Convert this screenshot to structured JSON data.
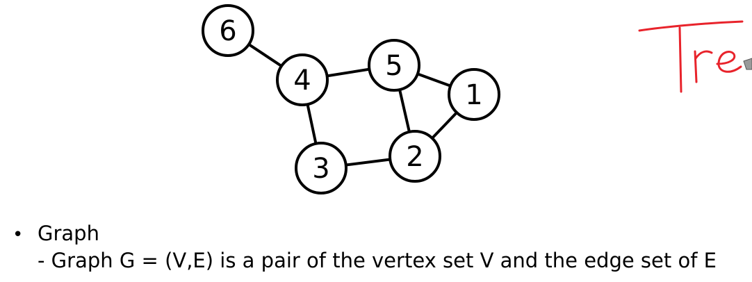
{
  "diagram": {
    "nodes": [
      {
        "id": "6",
        "label": "6"
      },
      {
        "id": "4",
        "label": "4"
      },
      {
        "id": "5",
        "label": "5"
      },
      {
        "id": "1",
        "label": "1"
      },
      {
        "id": "3",
        "label": "3"
      },
      {
        "id": "2",
        "label": "2"
      }
    ],
    "edges": [
      [
        "6",
        "4"
      ],
      [
        "4",
        "5"
      ],
      [
        "4",
        "3"
      ],
      [
        "5",
        "1"
      ],
      [
        "5",
        "2"
      ],
      [
        "1",
        "2"
      ],
      [
        "3",
        "2"
      ]
    ]
  },
  "bullets": {
    "title": "Graph",
    "detail": "- Graph G = (V,E) is a pair of the vertex set V and the edge set of E"
  },
  "annotation": {
    "handwritten_text": "Tre",
    "color": "#e8232b"
  }
}
